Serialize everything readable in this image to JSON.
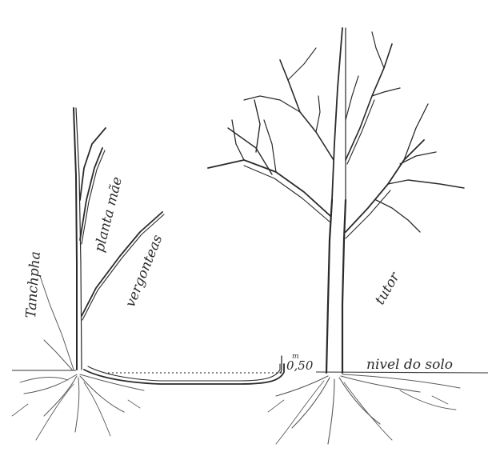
{
  "labels": {
    "tanchpha": "Tanchpha",
    "planta_mae": "planta mãe",
    "vergonteas": "vergonteas",
    "tutor": "tutor",
    "height": "0,50",
    "height_unit": "m",
    "ground_level": "nivel do solo"
  },
  "colors": {
    "ink": "#2a2a2a",
    "paper": "#ffffff"
  }
}
